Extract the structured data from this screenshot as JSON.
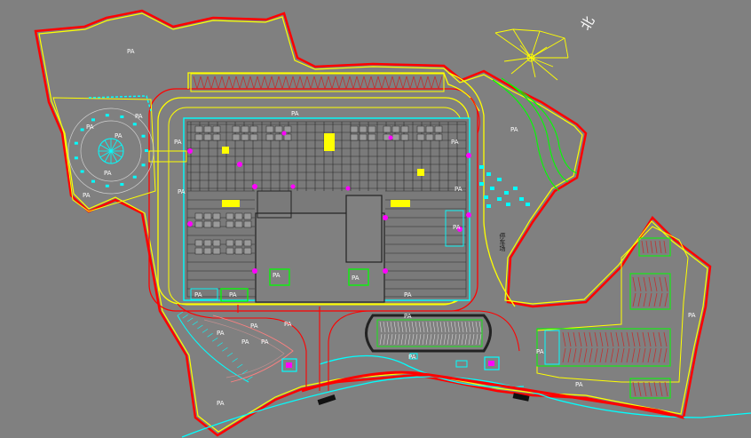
{
  "north_label": "北",
  "area_label": "PA",
  "side_label": "停车场",
  "colors": {
    "background": "#808080",
    "boundary_red": "#ff0000",
    "boundary_yellow": "#ffff00",
    "green": "#00ff00",
    "cyan": "#00ffff",
    "magenta": "#ff00ff",
    "road_red": "#ff2020",
    "dark": "#222222"
  }
}
